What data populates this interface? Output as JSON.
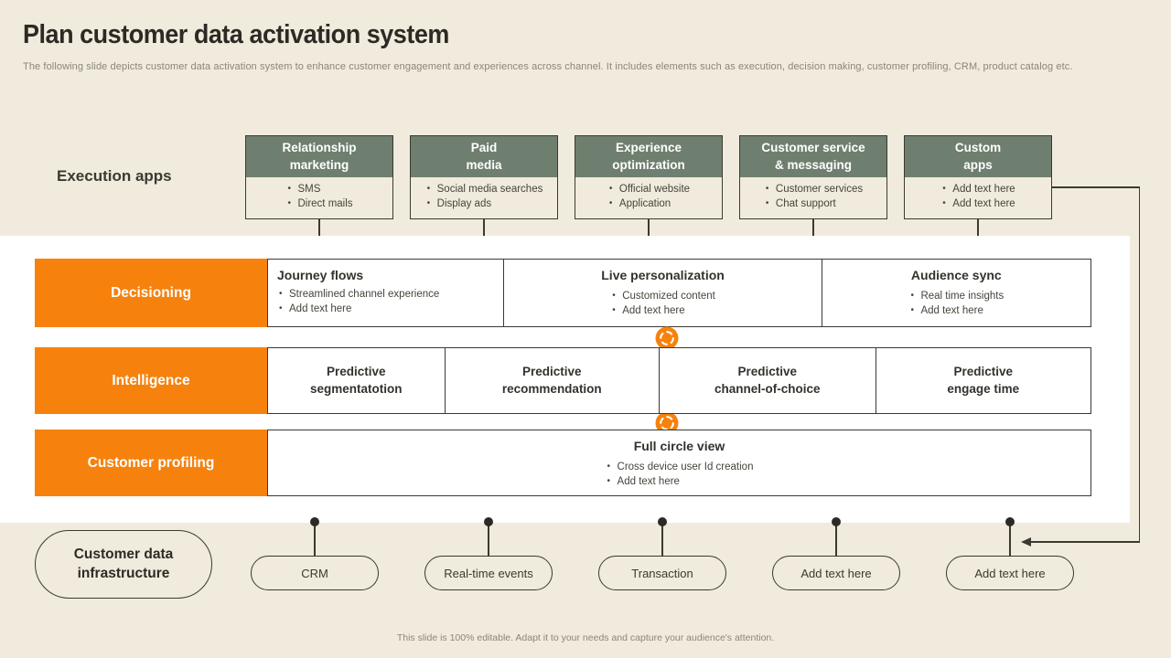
{
  "slide": {
    "title": "Plan customer data activation system",
    "subtitle": "The following slide depicts customer data activation system to enhance customer engagement and experiences across channel. It includes elements such as execution, decision making,  customer profiling, CRM, product catalog etc.",
    "footer": "This slide is 100% editable. Adapt it to your needs and capture your audience's attention."
  },
  "colors": {
    "background": "#F0EBDC",
    "header_green": "#6F7F6F",
    "accent_orange": "#F6820D",
    "line_dark": "#3A3A32"
  },
  "execution_apps": {
    "label": "Execution apps",
    "items": [
      {
        "title": "Relationship\nmarketing",
        "bullets": [
          "SMS",
          "Direct mails"
        ]
      },
      {
        "title": "Paid\nmedia",
        "bullets": [
          "Social media searches",
          "Display ads"
        ]
      },
      {
        "title": "Experience\noptimization",
        "bullets": [
          "Official website",
          "Application"
        ]
      },
      {
        "title": "Customer service\n& messaging",
        "bullets": [
          "Customer services",
          "Chat support"
        ]
      },
      {
        "title": "Custom\napps",
        "bullets": [
          "Add text here",
          "Add text here"
        ]
      }
    ]
  },
  "rows": {
    "decisioning": {
      "label": "Decisioning",
      "cells": [
        {
          "title": "Journey flows",
          "bullets": [
            "Streamlined channel experience",
            "Add text here"
          ]
        },
        {
          "title": "Live personalization",
          "bullets": [
            "Customized content",
            "Add text here"
          ]
        },
        {
          "title": "Audience sync",
          "bullets": [
            "Real time insights",
            "Add text here"
          ]
        }
      ]
    },
    "intelligence": {
      "label": "Intelligence",
      "cells": [
        {
          "title": "Predictive\nsegmentatotion"
        },
        {
          "title": "Predictive\nrecommendation"
        },
        {
          "title": "Predictive\nchannel-of-choice"
        },
        {
          "title": "Predictive\nengage time"
        }
      ]
    },
    "customer_profiling": {
      "label": "Customer profiling",
      "cell": {
        "title": "Full circle view",
        "bullets": [
          "Cross device user Id creation",
          "Add text here"
        ]
      }
    }
  },
  "infrastructure": {
    "label": "Customer data\ninfrastructure",
    "nodes": [
      "CRM",
      "Real-time events",
      "Transaction",
      "Add text here",
      "Add text here"
    ]
  }
}
